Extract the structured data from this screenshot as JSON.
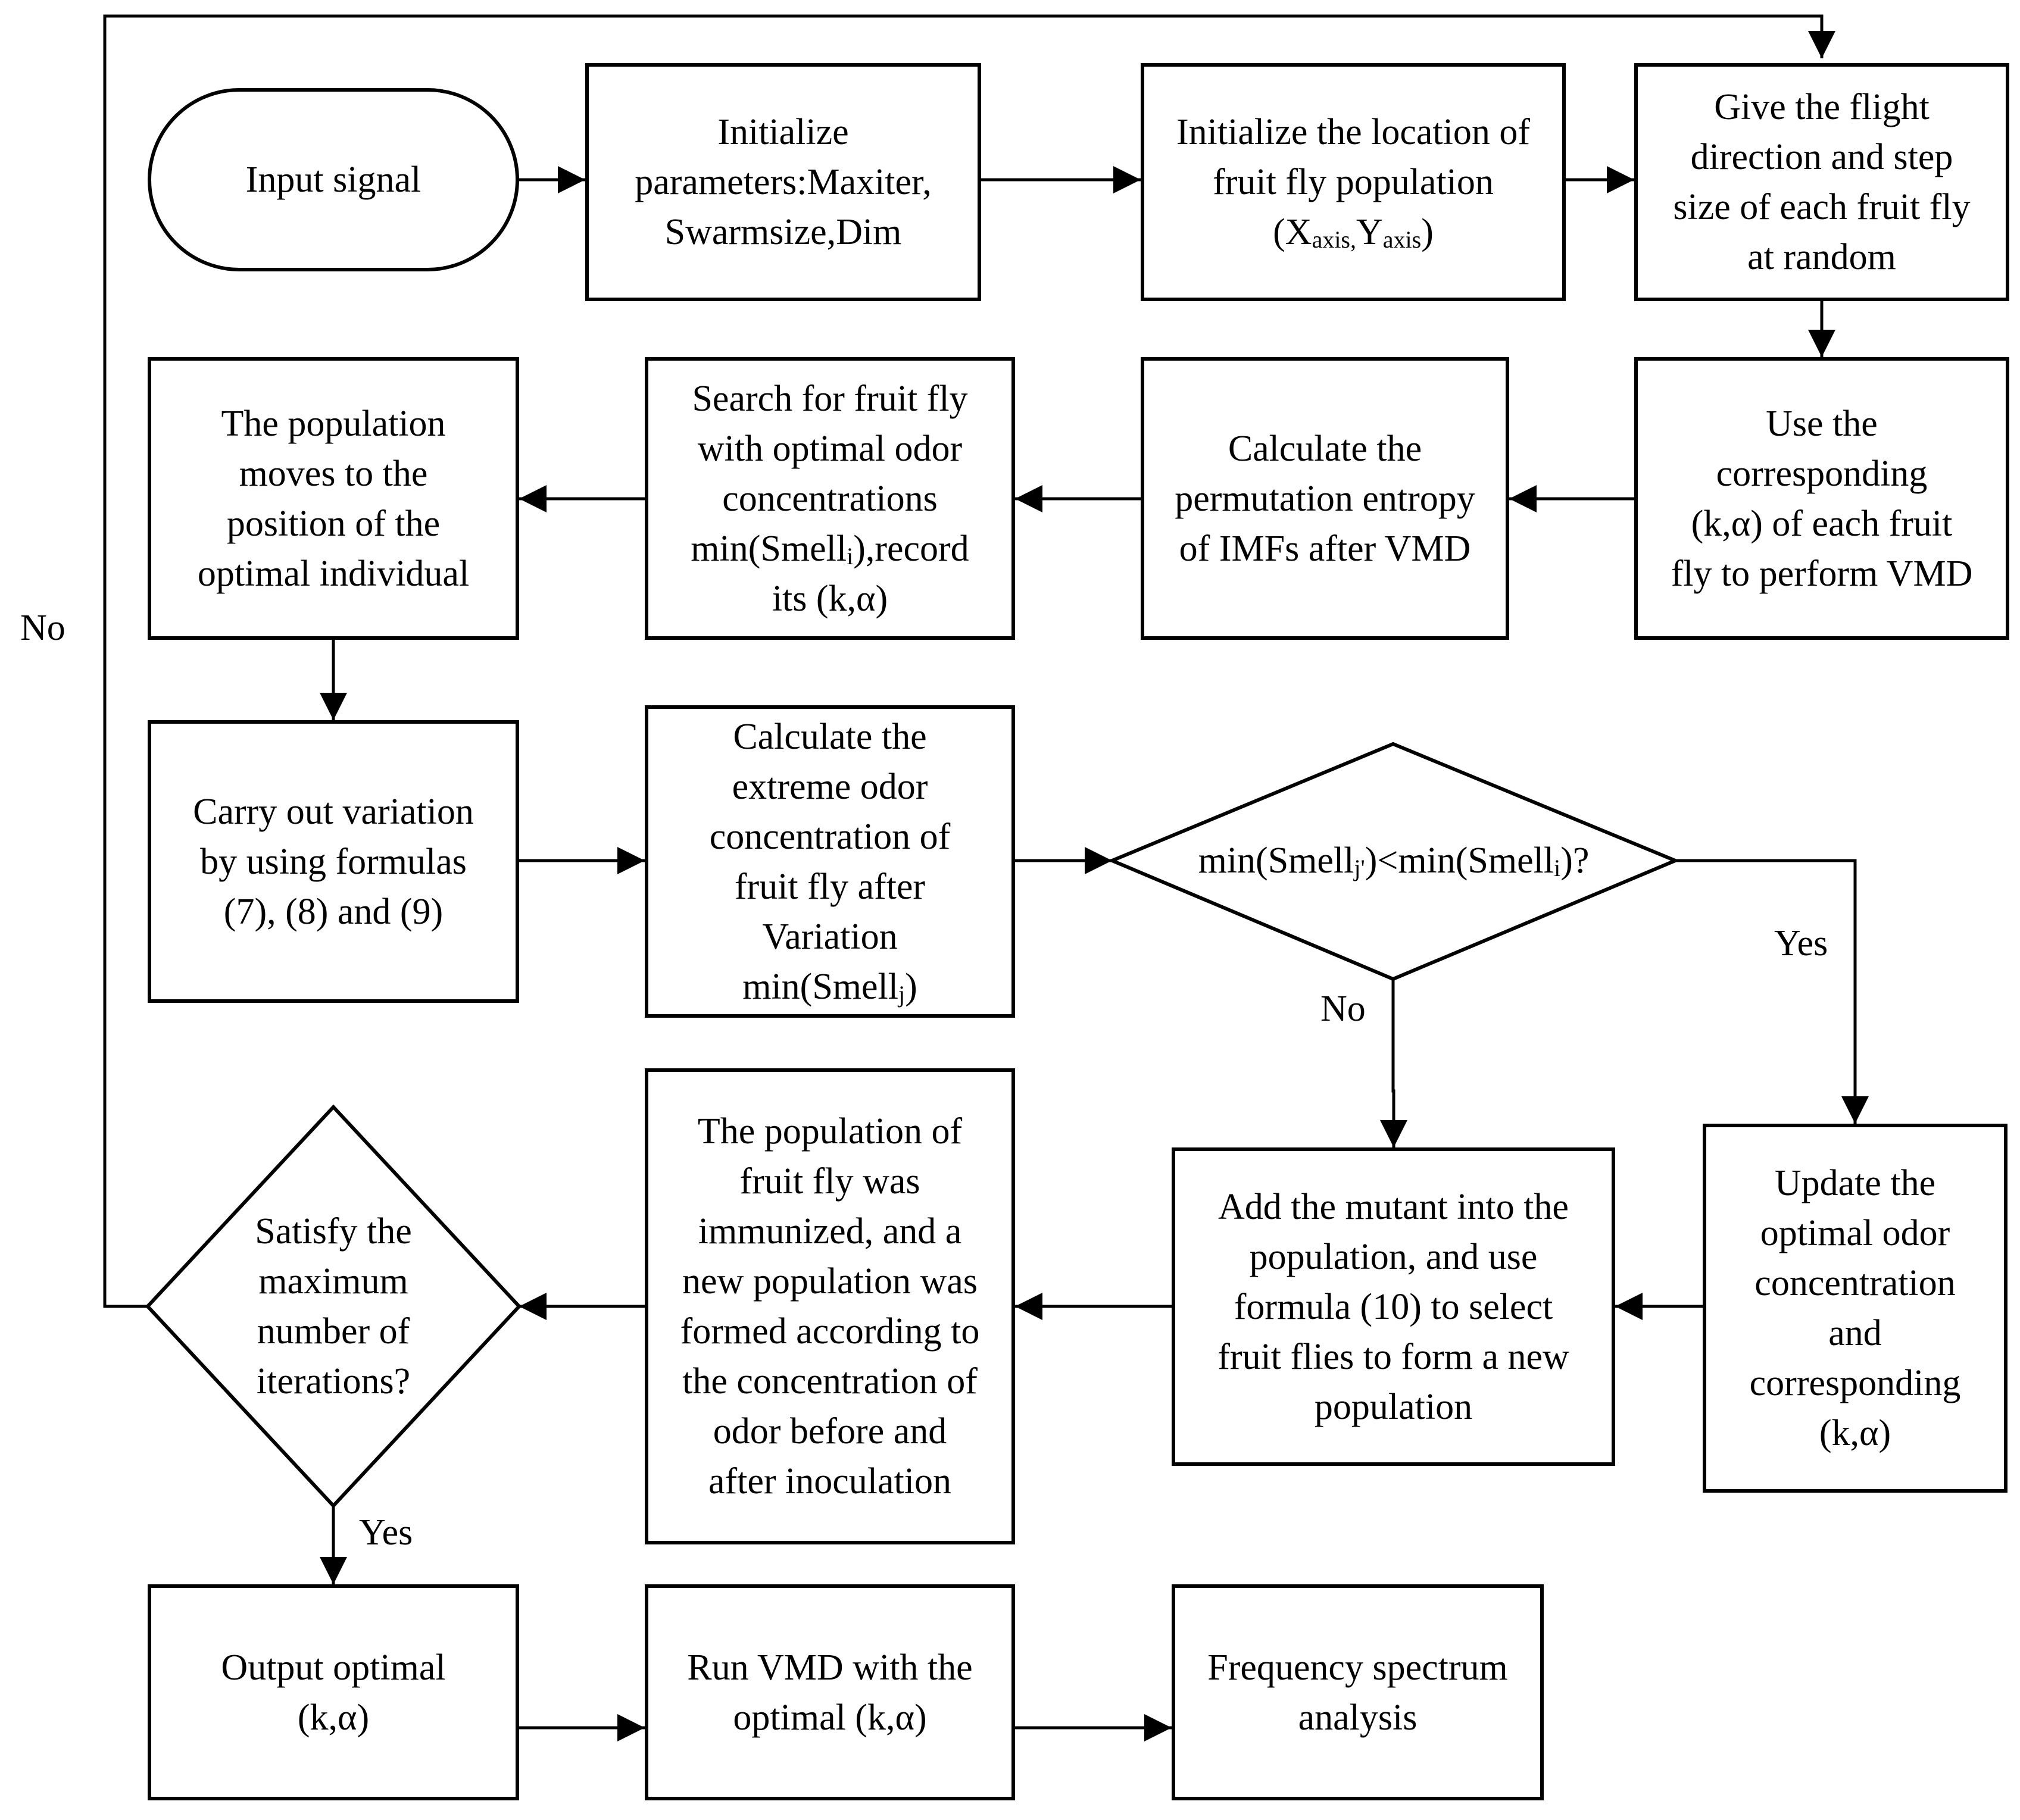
{
  "nodes": {
    "input_signal": "Input signal",
    "init_params": [
      "Initialize",
      "parameters:Maxiter,",
      "Swarmsize,Dim"
    ],
    "init_location": [
      "Initialize the location of",
      "fruit fly population"
    ],
    "init_location_coord": {
      "x": "X",
      "x_sub": "axis,",
      "y": "Y",
      "y_sub": "axis"
    },
    "give_direction": [
      "Give the flight",
      "direction and step",
      "size of each fruit fly",
      "at random"
    ],
    "use_corresponding": [
      "Use the",
      "corresponding",
      "(k,α) of each fruit",
      "fly to perform VMD"
    ],
    "calc_entropy": [
      "Calculate the",
      "permutation entropy",
      "of IMFs after VMD"
    ],
    "search_optimal": {
      "l1": "Search for fruit fly",
      "l2": "with optimal odor",
      "l3": "concentrations",
      "l4_pre": "min(Smell",
      "l4_sub": "i",
      "l4_post": "),record",
      "l5": "its (k,α)"
    },
    "population_moves": [
      "The population",
      "moves to the",
      "position of the",
      "optimal individual"
    ],
    "carry_variation": [
      "Carry out variation",
      "by using formulas",
      "(7), (8) and (9)"
    ],
    "calc_extreme": {
      "l1": "Calculate the",
      "l2": "extreme odor",
      "l3": "concentration of",
      "l4": "fruit fly after",
      "l5": "Variation",
      "l6_pre": "min(Smell",
      "l6_sub": "j",
      "l6_post": ")"
    },
    "decision_compare": {
      "pre": "min(Smell",
      "sub1": "j'",
      "mid": ")<min(Smell",
      "sub2": "i",
      "post": ")?"
    },
    "update_optimal": [
      "Update the",
      "optimal odor",
      "concentration",
      "and",
      "corresponding",
      "(k,α)"
    ],
    "add_mutant": [
      "Add the mutant into the",
      "population, and use",
      "formula (10) to select",
      "fruit flies to form a new",
      "population"
    ],
    "immunized": [
      "The population of",
      "fruit fly was",
      "immunized, and a",
      "new population was",
      "formed according to",
      "the concentration of",
      "odor before and",
      "after inoculation"
    ],
    "decision_iterations": [
      "Satisfy the",
      "maximum",
      "number of",
      "iterations?"
    ],
    "output_optimal": [
      "Output optimal",
      "(k,α)"
    ],
    "run_vmd": [
      "Run VMD with the",
      "optimal (k,α)"
    ],
    "spectrum": [
      "Frequency spectrum",
      "analysis"
    ]
  },
  "edge_labels": {
    "no_loop": "No",
    "compare_yes": "Yes",
    "compare_no": "No",
    "iter_yes": "Yes"
  }
}
